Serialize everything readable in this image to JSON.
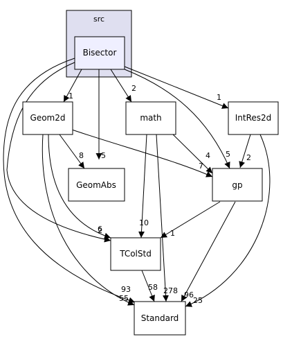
{
  "cluster": {
    "label": "src"
  },
  "nodes": {
    "bisector": "Bisector",
    "geom2d": "Geom2d",
    "math": "math",
    "intres2d": "IntRes2d",
    "geomabs": "GeomAbs",
    "gp": "gp",
    "tcolstd": "TColStd",
    "standard": "Standard"
  },
  "edges": {
    "bisector_geom2d": "1",
    "bisector_math": "2",
    "bisector_intres2d": "1",
    "bisector_geomabs": "5",
    "bisector_gp": "5",
    "bisector_tcolstd": "6",
    "bisector_standard": "55",
    "geom2d_geomabs": "8",
    "geom2d_gp": "7",
    "geom2d_tcolstd": "2",
    "geom2d_standard": "93",
    "math_gp": "4",
    "math_tcolstd": "10",
    "math_standard": "278",
    "intres2d_gp": "2",
    "intres2d_standard": "25",
    "gp_tcolstd": "1",
    "gp_standard": "96",
    "tcolstd_standard": "58"
  },
  "colors": {
    "cluster_fill": "#dfdff0",
    "cluster_stroke": "#000000",
    "bisector_fill": "#efefff",
    "node_fill": "#ffffff",
    "edge": "#000000"
  }
}
